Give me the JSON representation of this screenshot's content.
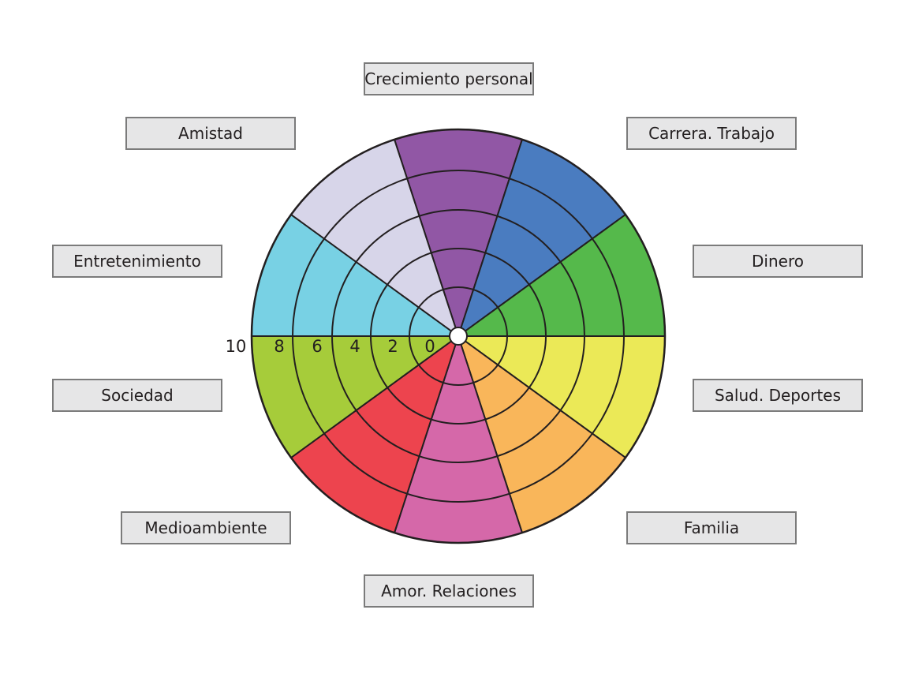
{
  "segments": [
    {
      "label": "Crecimiento personal",
      "color": "#9157a5"
    },
    {
      "label": "Carrera. Trabajo",
      "color": "#4a7cc0"
    },
    {
      "label": "Dinero",
      "color": "#55b94b"
    },
    {
      "label": "Salud. Deportes",
      "color": "#ebe957"
    },
    {
      "label": "Familia",
      "color": "#f9b65a"
    },
    {
      "label": "Amor. Relaciones",
      "color": "#d568a9"
    },
    {
      "label": "Medioambiente",
      "color": "#ed444e"
    },
    {
      "label": "Sociedad",
      "color": "#a6cc3a"
    },
    {
      "label": "Entretenimiento",
      "color": "#78d1e4"
    },
    {
      "label": "Amistad",
      "color": "#d7d5e9"
    }
  ],
  "scale": [
    "10",
    "8",
    "6",
    "4",
    "2",
    "0"
  ],
  "colors": {
    "outline": "#231f20",
    "label_bg": "#e6e6e7",
    "label_border": "#7b7b7b"
  }
}
